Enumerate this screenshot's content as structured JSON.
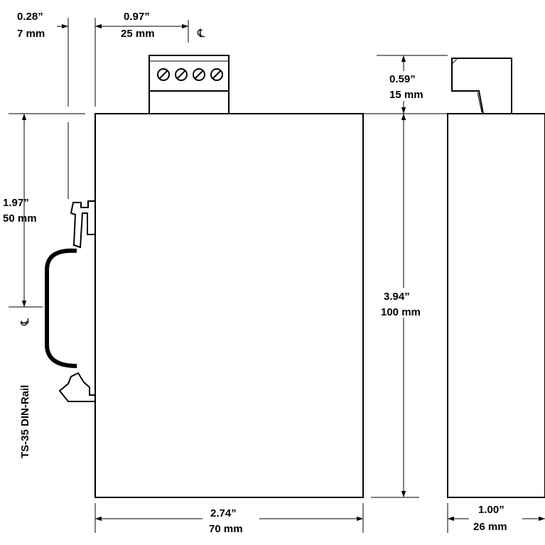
{
  "dimensions": {
    "offset": {
      "inch": "0.28”",
      "mm": "7 mm"
    },
    "terminal_center": {
      "inch": "0.97”",
      "mm": "25 mm"
    },
    "rail_center_height": {
      "inch": "1.97”",
      "mm": "50 mm"
    },
    "terminal_height": {
      "inch": "0.59”",
      "mm": "15 mm"
    },
    "body_height": {
      "inch": "3.94”",
      "mm": "100 mm"
    },
    "body_width": {
      "inch": "2.74”",
      "mm": "70 mm"
    },
    "side_depth": {
      "inch": "1.00”",
      "mm": "26 mm"
    }
  },
  "labels": {
    "centerline_symbol": "℄",
    "rail_label": "TS-35 DIN-Rail"
  }
}
